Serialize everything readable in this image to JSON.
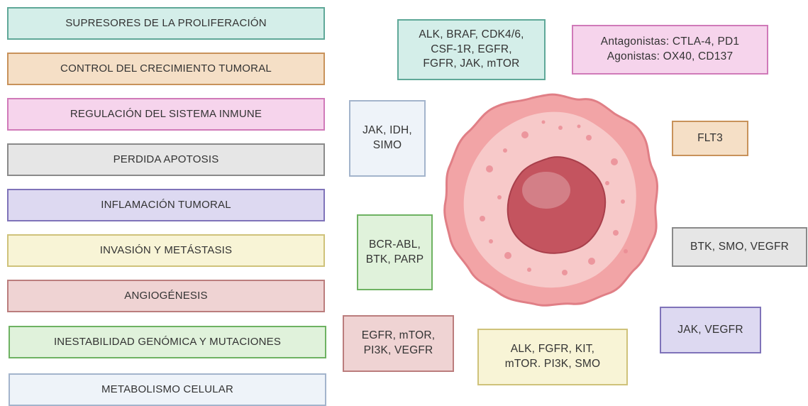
{
  "colors": {
    "teal": {
      "fill": "#d4eee9",
      "border": "#5fa898"
    },
    "orange": {
      "fill": "#f5dfc6",
      "border": "#c8925a"
    },
    "pink": {
      "fill": "#f6d4ec",
      "border": "#d07ab9"
    },
    "gray": {
      "fill": "#e6e6e6",
      "border": "#8a8a8a"
    },
    "lavender": {
      "fill": "#ddd9f1",
      "border": "#7f73b9"
    },
    "yellow": {
      "fill": "#f8f4d6",
      "border": "#cfc27a"
    },
    "rose": {
      "fill": "#efd3d3",
      "border": "#bb7d7d"
    },
    "green": {
      "fill": "#e0f2db",
      "border": "#6eb262"
    },
    "lightblue": {
      "fill": "#eef3f9",
      "border": "#a3b4cc"
    },
    "cell_outer": "#f2a4a6",
    "cell_inner": "#f8d0cf",
    "nucleus": "#c4545f"
  },
  "hallmarks": [
    {
      "label": "SUPRESORES DE LA PROLIFERACIÓN",
      "color": "teal"
    },
    {
      "label": "CONTROL DEL CRECIMIENTO TUMORAL",
      "color": "orange"
    },
    {
      "label": "REGULACIÓN DEL SISTEMA INMUNE",
      "color": "pink"
    },
    {
      "label": "PERDIDA APOTOSIS",
      "color": "gray"
    },
    {
      "label": "INFLAMACIÓN TUMORAL",
      "color": "lavender"
    },
    {
      "label": "INVASIÓN Y METÁSTASIS",
      "color": "yellow"
    },
    {
      "label": "ANGIOGÉNESIS",
      "color": "rose"
    },
    {
      "label": "INESTABILIDAD GENÓMICA Y MUTACIONES",
      "color": "green"
    },
    {
      "label": "METABOLISMO CELULAR",
      "color": "lightblue"
    }
  ],
  "targets": {
    "proliferation": {
      "text": "ALK, BRAF, CDK4/6,\nCSF-1R, EGFR,\nFGFR, JAK, mTOR",
      "color": "teal"
    },
    "immune": {
      "text": "Antagonistas: CTLA-4, PD1\nAgonistas: OX40, CD137",
      "color": "pink"
    },
    "metabolism": {
      "text": "JAK, IDH,\nSIMO",
      "color": "lightblue"
    },
    "growth": {
      "text": "FLT3",
      "color": "orange"
    },
    "genomic": {
      "text": "BCR-ABL,\nBTK, PARP",
      "color": "green"
    },
    "apoptosis": {
      "text": "BTK, SMO, VEGFR",
      "color": "gray"
    },
    "inflammation": {
      "text": "JAK, VEGFR",
      "color": "lavender"
    },
    "angiogenesis": {
      "text": "EGFR, mTOR,\nPI3K, VEGFR",
      "color": "rose"
    },
    "invasion": {
      "text": "ALK, FGFR, KIT,\nmTOR. PI3K, SMO",
      "color": "yellow"
    }
  }
}
